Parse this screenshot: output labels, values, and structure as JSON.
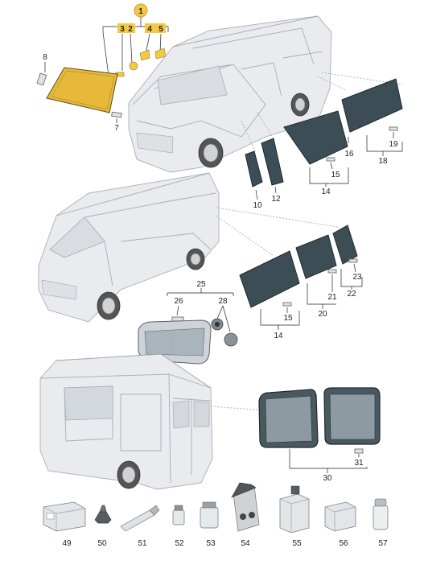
{
  "callouts": {
    "c1": "1",
    "c3": "3",
    "c2": "2",
    "c4": "4",
    "c5": "5",
    "c8": "8",
    "c7": "7",
    "c10": "10",
    "c12": "12",
    "c14a": "14",
    "c15a": "15",
    "c16": "16",
    "c18": "18",
    "c19": "19",
    "c25": "25",
    "c26": "26",
    "c28": "28",
    "c14b": "14",
    "c15b": "15",
    "c20": "20",
    "c21": "21",
    "c22": "22",
    "c23": "23",
    "c30": "30",
    "c31": "31",
    "c49": "49",
    "c50": "50",
    "c51": "51",
    "c52": "52",
    "c53": "53",
    "c54": "54",
    "c55": "55",
    "c56": "56",
    "c57": "57"
  },
  "highlight_color": "#f3c843",
  "glass_color": "#3d4d56"
}
